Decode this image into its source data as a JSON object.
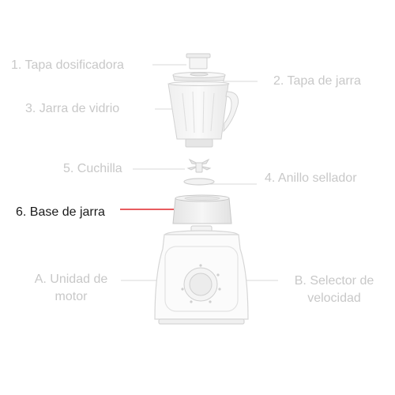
{
  "labels": {
    "tapa_dosificadora": "1. Tapa dosificadora",
    "tapa_jarra": "2. Tapa de jarra",
    "jarra_vidrio": "3. Jarra de vidrio",
    "cuchilla": "5. Cuchilla",
    "anillo_sellador": "4. Anillo sellador",
    "base_jarra": "6. Base de jarra",
    "unidad_motor_l1": "A. Unidad de",
    "unidad_motor_l2": "motor",
    "selector_l1": "B. Selector de",
    "selector_l2": "velocidad"
  },
  "colors": {
    "inactive_text": "#c8c8c8",
    "active_text": "#1a1a1a",
    "leader_line": "#d8d8d8",
    "active_line": "#e0262a",
    "part_stroke": "#cfcfcf",
    "part_fill_light": "#f5f5f5",
    "part_fill_dark": "#ededed"
  },
  "highlighted_part": "base_jarra"
}
